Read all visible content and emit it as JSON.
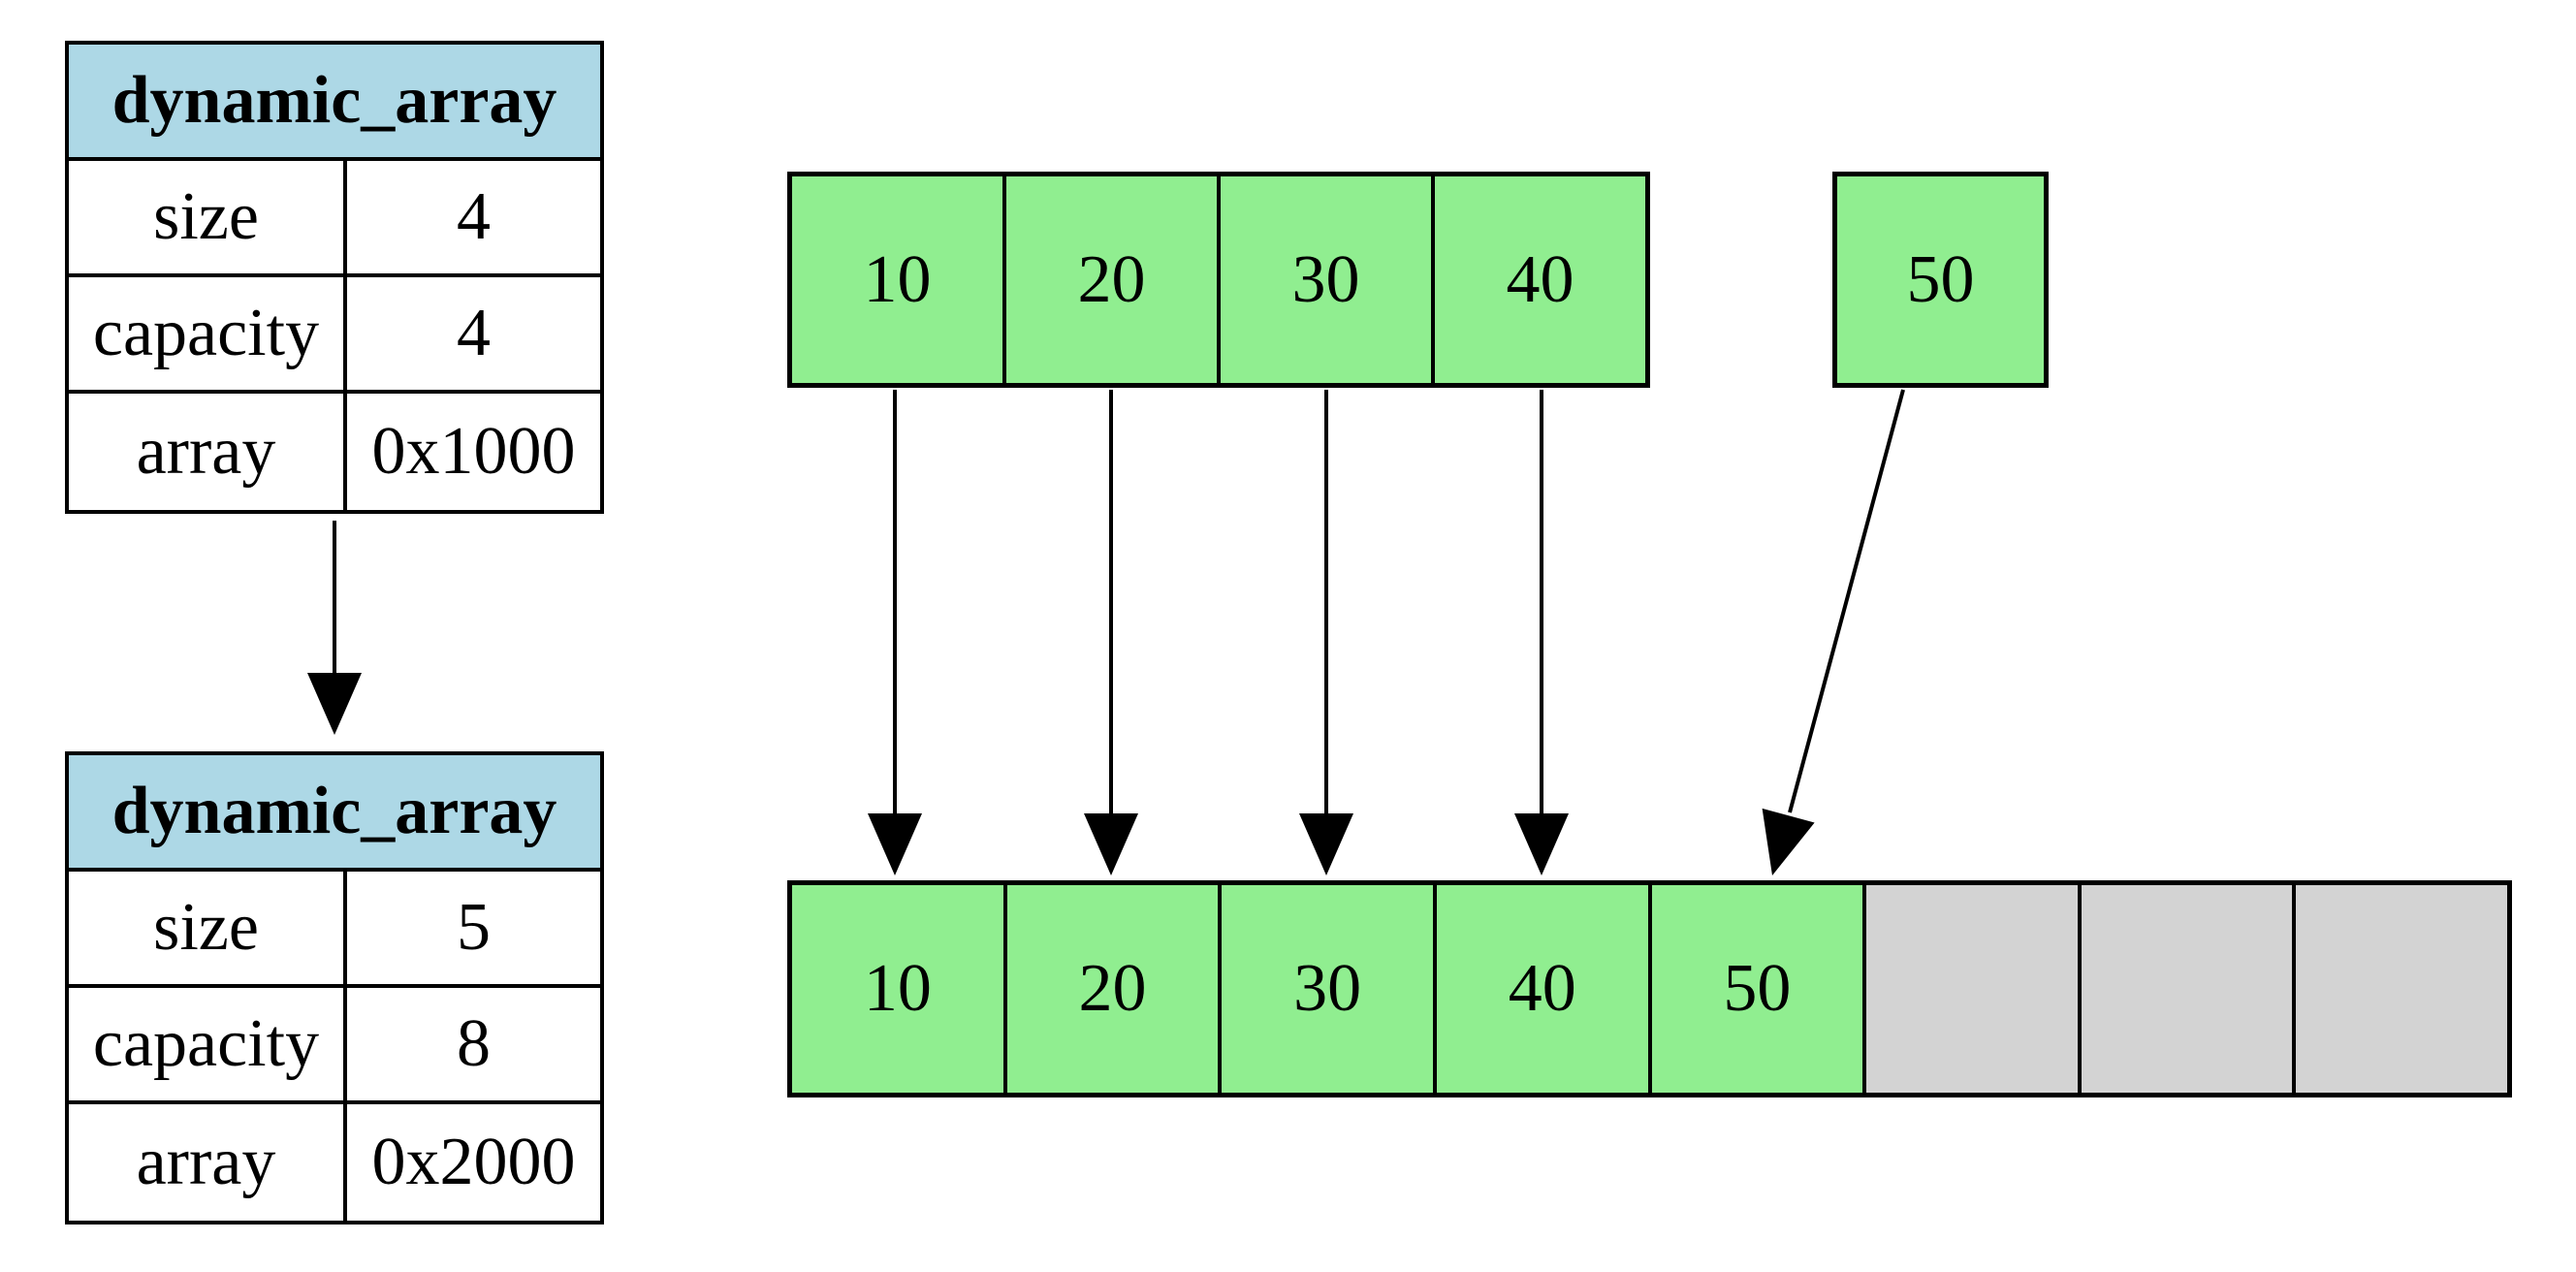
{
  "colors": {
    "header_blue": "#ADD8E6",
    "cell_green": "#90EE90",
    "empty_gray": "#D3D3D3",
    "line_black": "#000000"
  },
  "struct_before": {
    "title": "dynamic_array",
    "rows": [
      {
        "label": "size",
        "value": "4"
      },
      {
        "label": "capacity",
        "value": "4"
      },
      {
        "label": "array",
        "value": "0x1000"
      }
    ]
  },
  "struct_after": {
    "title": "dynamic_array",
    "rows": [
      {
        "label": "size",
        "value": "5"
      },
      {
        "label": "capacity",
        "value": "8"
      },
      {
        "label": "array",
        "value": "0x2000"
      }
    ]
  },
  "old_array": {
    "cells": [
      "10",
      "20",
      "30",
      "40"
    ]
  },
  "new_element": {
    "value": "50"
  },
  "new_array": {
    "cells": [
      "10",
      "20",
      "30",
      "40",
      "50",
      "",
      "",
      ""
    ]
  },
  "arrows": [
    {
      "name": "resize-arrow",
      "from": "struct-before",
      "to": "struct-after"
    },
    {
      "name": "copy-arrow",
      "from": "old-array-cell-0",
      "to": "new-array-cell-0"
    },
    {
      "name": "copy-arrow",
      "from": "old-array-cell-1",
      "to": "new-array-cell-1"
    },
    {
      "name": "copy-arrow",
      "from": "old-array-cell-2",
      "to": "new-array-cell-2"
    },
    {
      "name": "copy-arrow",
      "from": "old-array-cell-3",
      "to": "new-array-cell-3"
    },
    {
      "name": "append-arrow",
      "from": "new-element",
      "to": "new-array-cell-4"
    }
  ]
}
